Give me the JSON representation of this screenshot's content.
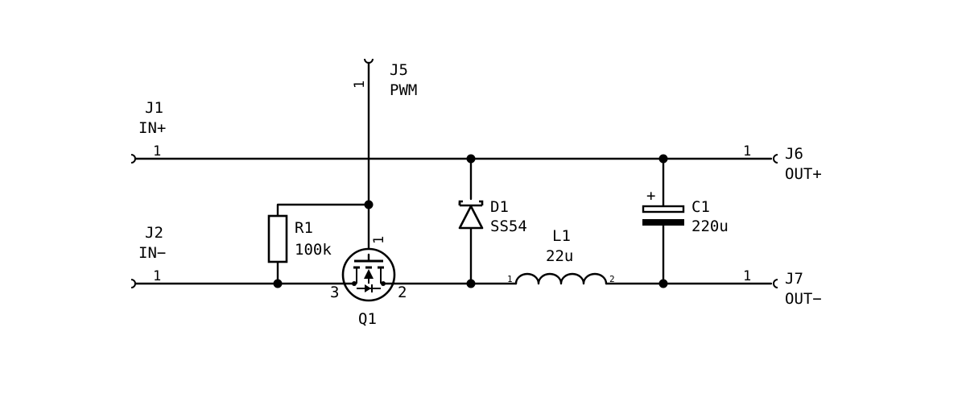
{
  "components": {
    "J1": {
      "ref": "J1",
      "value": "IN+",
      "pin": "1"
    },
    "J2": {
      "ref": "J2",
      "value": "IN−",
      "pin": "1"
    },
    "J5": {
      "ref": "J5",
      "value": "PWM",
      "pin": "1"
    },
    "J6": {
      "ref": "J6",
      "value": "OUT+",
      "pin": "1"
    },
    "J7": {
      "ref": "J7",
      "value": "OUT−",
      "pin": "1"
    },
    "R1": {
      "ref": "R1",
      "value": "100k"
    },
    "Q1": {
      "ref": "Q1",
      "pin_gate": "1",
      "pin_source": "3",
      "pin_drain": "2"
    },
    "D1": {
      "ref": "D1",
      "value": "SS54"
    },
    "L1": {
      "ref": "L1",
      "value": "22u",
      "pin_a": "1",
      "pin_b": "2"
    },
    "C1": {
      "ref": "C1",
      "value": "220u",
      "polarity": "+"
    }
  }
}
